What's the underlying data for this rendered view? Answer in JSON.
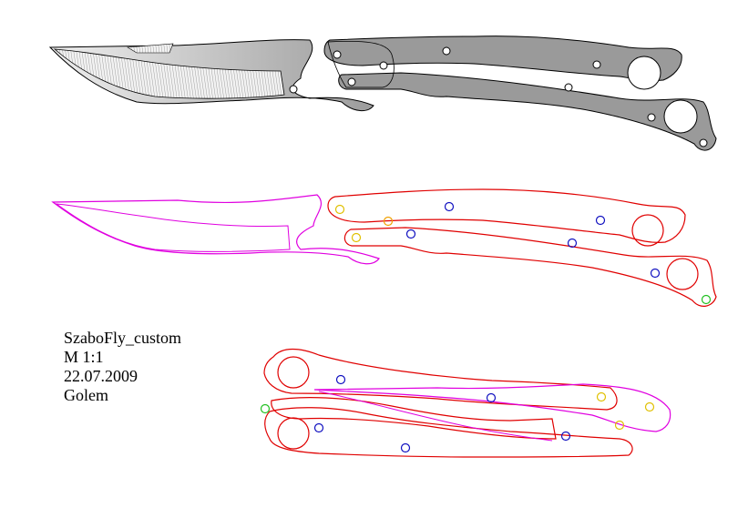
{
  "drawing": {
    "name": "SzaboFly_custom",
    "scale": "M 1:1",
    "date": "22.07.2009",
    "author": "Golem"
  },
  "colors": {
    "background": "#ffffff",
    "outline_dark": "#000000",
    "blade_fill": "#d0d0d0",
    "handle_fill": "#9a9a9a",
    "handle_outline": "#e00000",
    "blade_outline": "#e000e0",
    "pivot_hole": "#1010c0",
    "pin_hole": "#e0c000",
    "latch_hole": "#20c020",
    "tang_hole": "#f0a000"
  },
  "icons": [
    "knife-render",
    "knife-outline-drawing",
    "knife-parts-layout"
  ]
}
